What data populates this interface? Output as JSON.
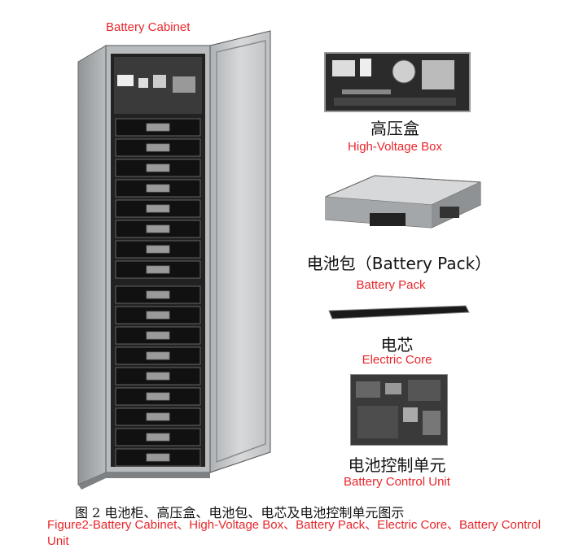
{
  "labels": {
    "cabinet_en": "Battery Cabinet",
    "hvbox_cn": "高压盒",
    "hvbox_en": "High-Voltage Box",
    "pack_cn": "电池包（Battery Pack）",
    "pack_en": "Battery Pack",
    "core_cn": "电芯",
    "core_en": "Electric Core",
    "bcu_cn": "电池控制单元",
    "bcu_en": "Battery Control Unit"
  },
  "caption": {
    "cn": "图 2   电池柜、高压盒、电池包、电芯及电池控制单元图示",
    "en": "Figure2-Battery Cabinet、High-Voltage Box、Battery Pack、Electric Core、Battery Control Unit"
  },
  "colors": {
    "label_red": "#e8262b",
    "text_dark": "#111111",
    "cabinet_grey": "#c9cccd",
    "pack_dark": "#1a1a1a"
  }
}
